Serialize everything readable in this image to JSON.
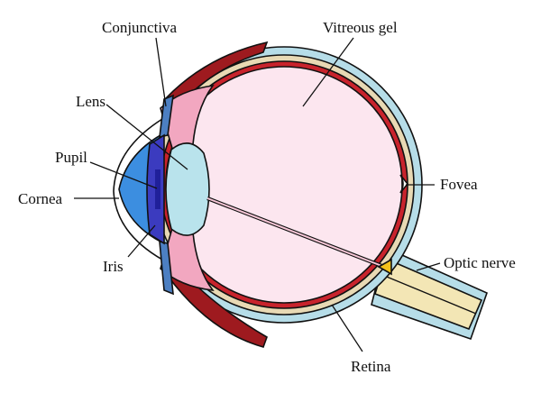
{
  "labels": {
    "conjunctiva": "Conjunctiva",
    "vitreous_gel": "Vitreous gel",
    "lens": "Lens",
    "pupil": "Pupil",
    "cornea": "Cornea",
    "iris": "Iris",
    "fovea": "Fovea",
    "optic_nerve": "Optic nerve",
    "retina": "Retina"
  },
  "colors": {
    "sclera": "#b6dde8",
    "choroid": "#e8d9b4",
    "retina": "#c8232c",
    "vitreous": "#fce6ef",
    "lens": "#b9e3ec",
    "cornea": "#3c8ee0",
    "iris": "#3b3bbf",
    "muscle": "#9e1a1f",
    "ciliary": "#f2a7c0",
    "optic_nerve": "#f3e6b5",
    "fovea_spot": "#f2c11b",
    "conjunctiva": "#4c7fc2"
  }
}
